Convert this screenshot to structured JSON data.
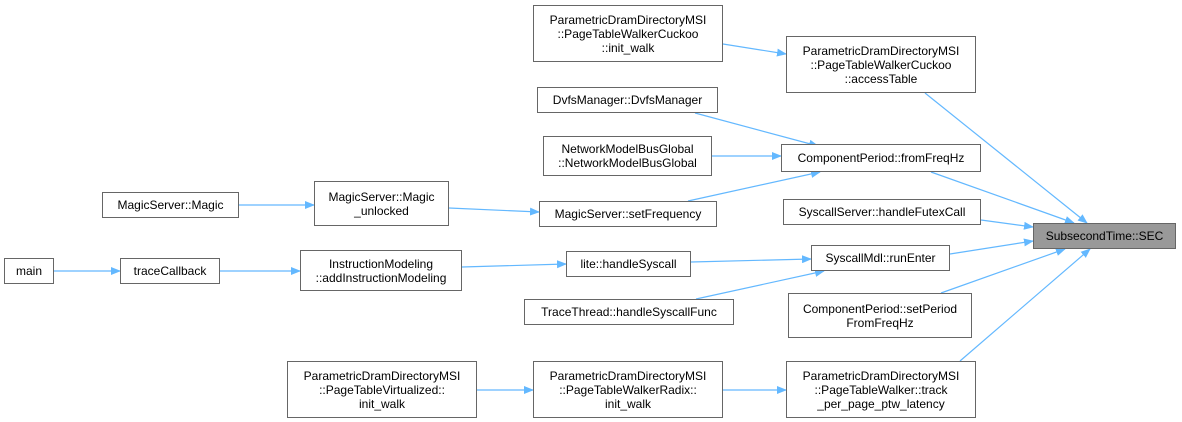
{
  "colors": {
    "edge": "#63b8ff",
    "node_border": "#666666",
    "node_fill": "#ffffff",
    "target_fill": "#999999"
  },
  "nodes": [
    {
      "id": "n_target",
      "label": "SubsecondTime::SEC"
    },
    {
      "id": "n_pdmsi_cuckoo_access",
      "label": "ParametricDramDirectoryMSI\n::PageTableWalkerCuckoo\n::accessTable"
    },
    {
      "id": "n_pdmsi_cuckoo_init",
      "label": "ParametricDramDirectoryMSI\n::PageTableWalkerCuckoo\n::init_walk"
    },
    {
      "id": "n_component_fromfreq",
      "label": "ComponentPeriod::fromFreqHz"
    },
    {
      "id": "n_dvfs",
      "label": "DvfsManager::DvfsManager"
    },
    {
      "id": "n_netbus",
      "label": "NetworkModelBusGlobal\n::NetworkModelBusGlobal"
    },
    {
      "id": "n_setfreq",
      "label": "MagicServer::setFrequency"
    },
    {
      "id": "n_magic_unlocked",
      "label": "MagicServer::Magic\n_unlocked"
    },
    {
      "id": "n_magic",
      "label": "MagicServer::Magic"
    },
    {
      "id": "n_futex",
      "label": "SyscallServer::handleFutexCall"
    },
    {
      "id": "n_runenter",
      "label": "SyscallMdl::runEnter"
    },
    {
      "id": "n_lite_syscall",
      "label": "lite::handleSyscall"
    },
    {
      "id": "n_addinstr",
      "label": "InstructionModeling\n::addInstructionModeling"
    },
    {
      "id": "n_tracecb",
      "label": "traceCallback"
    },
    {
      "id": "n_main",
      "label": "main"
    },
    {
      "id": "n_tracethread",
      "label": "TraceThread::handleSyscallFunc"
    },
    {
      "id": "n_setperiod",
      "label": "ComponentPeriod::setPeriod\nFromFreqHz"
    },
    {
      "id": "n_ptw_track",
      "label": "ParametricDramDirectoryMSI\n::PageTableWalker::track\n_per_page_ptw_latency"
    },
    {
      "id": "n_radix_init",
      "label": "ParametricDramDirectoryMSI\n::PageTableWalkerRadix::\ninit_walk"
    },
    {
      "id": "n_virt_init",
      "label": "ParametricDramDirectoryMSI\n::PageTableVirtualized::\ninit_walk"
    }
  ],
  "edges": [
    [
      "n_pdmsi_cuckoo_init",
      "n_pdmsi_cuckoo_access"
    ],
    [
      "n_pdmsi_cuckoo_access",
      "n_target"
    ],
    [
      "n_dvfs",
      "n_component_fromfreq"
    ],
    [
      "n_netbus",
      "n_component_fromfreq"
    ],
    [
      "n_setfreq",
      "n_component_fromfreq"
    ],
    [
      "n_component_fromfreq",
      "n_target"
    ],
    [
      "n_magic",
      "n_magic_unlocked"
    ],
    [
      "n_magic_unlocked",
      "n_setfreq"
    ],
    [
      "n_futex",
      "n_target"
    ],
    [
      "n_runenter",
      "n_target"
    ],
    [
      "n_main",
      "n_tracecb"
    ],
    [
      "n_tracecb",
      "n_addinstr"
    ],
    [
      "n_addinstr",
      "n_lite_syscall"
    ],
    [
      "n_lite_syscall",
      "n_runenter"
    ],
    [
      "n_tracethread",
      "n_runenter"
    ],
    [
      "n_setperiod",
      "n_target"
    ],
    [
      "n_virt_init",
      "n_radix_init"
    ],
    [
      "n_radix_init",
      "n_ptw_track"
    ],
    [
      "n_ptw_track",
      "n_target"
    ]
  ]
}
